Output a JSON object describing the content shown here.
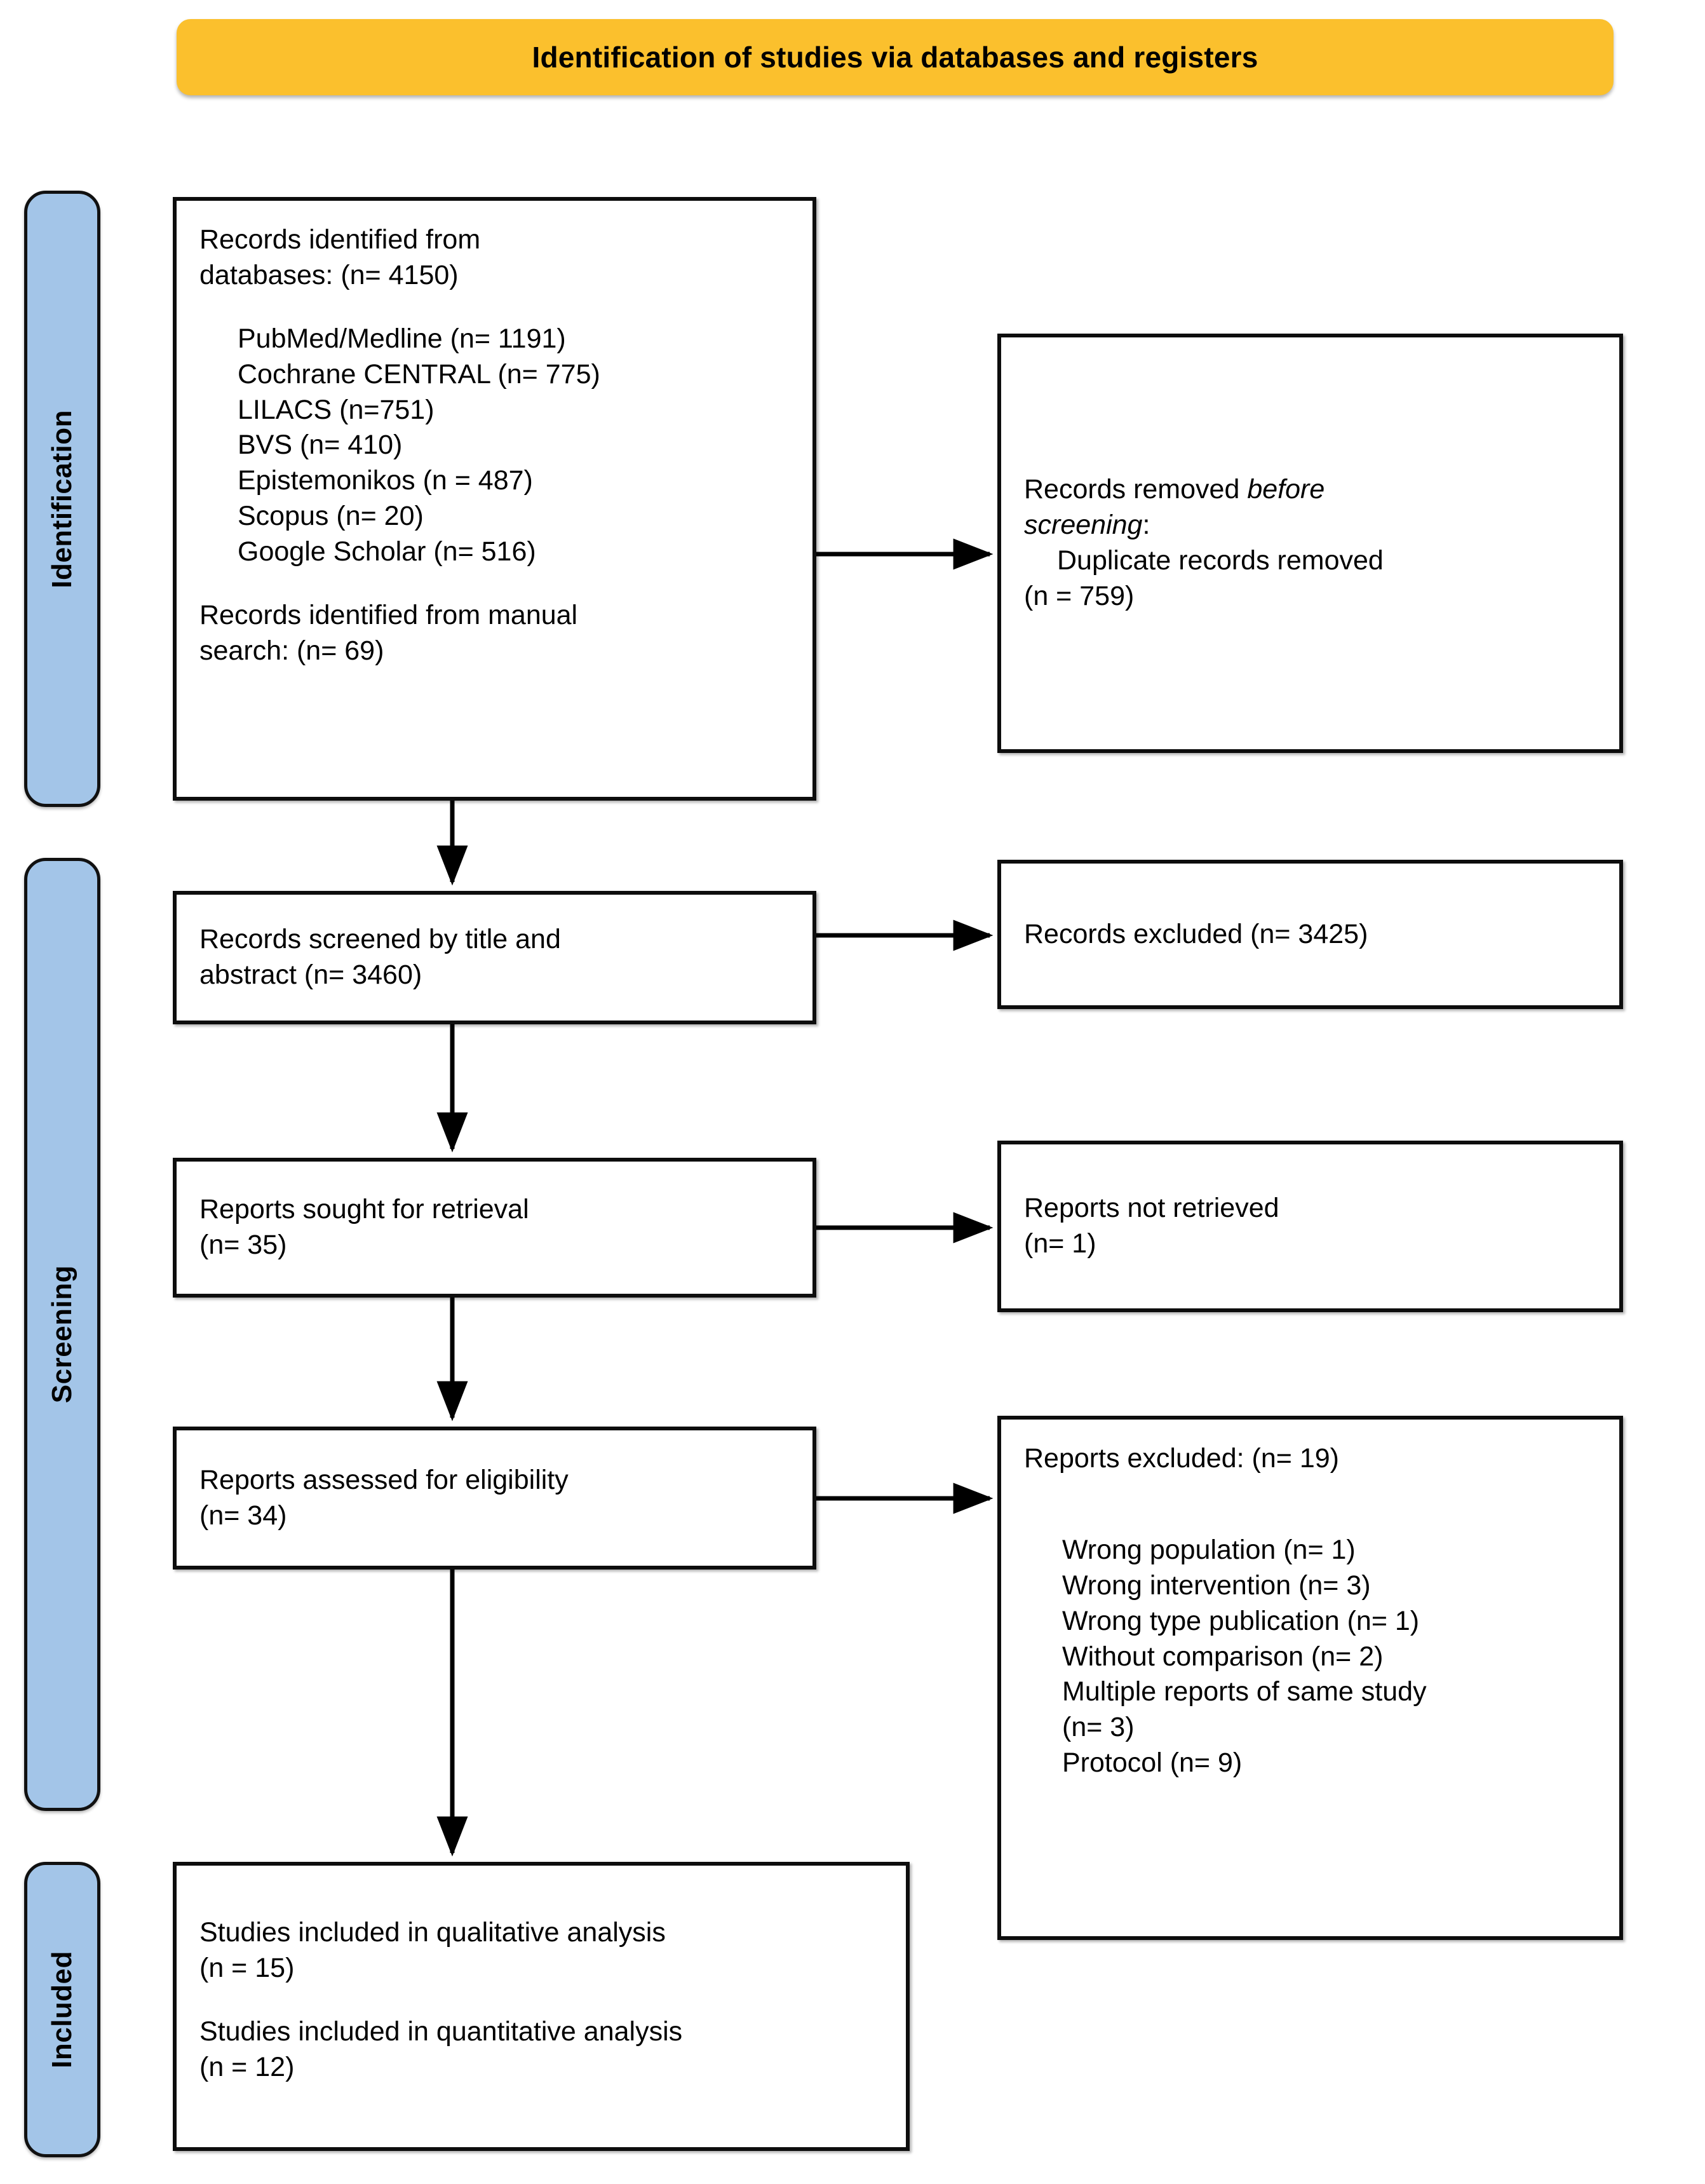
{
  "banner": {
    "title": "Identification of studies via databases and registers"
  },
  "stages": [
    {
      "id": "identification",
      "label": "Identification"
    },
    {
      "id": "screening",
      "label": "Screening"
    },
    {
      "id": "included",
      "label": "Included"
    }
  ],
  "colors": {
    "banner_fill": "#FBC02D",
    "stage_rail_fill": "#A3C5E8",
    "box_border": "#0D0D0D",
    "box_fill": "#FFFFFF",
    "text": "#000000"
  },
  "boxes": {
    "identified": {
      "heading_line1": "Records identified from",
      "heading_line2": "databases: (n= 4150)",
      "sources": [
        "PubMed/Medline (n= 1191)",
        "Cochrane CENTRAL (n= 775)",
        "LILACS (n=751)",
        "BVS (n= 410)",
        "Epistemonikos (n = 487)",
        "Scopus (n= 20)",
        "Google Scholar (n= 516)"
      ],
      "manual_line1": "Records identified from manual",
      "manual_line2": "search: (n= 69)"
    },
    "removed": {
      "line1_pre": "Records removed ",
      "line1_italic": "before",
      "line2_italic": "screening",
      "line2_post": ":",
      "line3": "Duplicate records removed",
      "line4": "(n = 759)"
    },
    "screened": {
      "line1": "Records screened by title and",
      "line2": "abstract (n= 3460)"
    },
    "records_excluded": {
      "line1": "Records excluded (n= 3425)"
    },
    "sought": {
      "line1": "Reports sought for retrieval",
      "line2": "(n= 35)"
    },
    "not_retrieved": {
      "line1": "Reports not retrieved",
      "line2": "(n= 1)"
    },
    "assessed": {
      "line1": "Reports assessed for eligibility",
      "line2": "(n= 34)"
    },
    "reports_excluded": {
      "heading": "Reports excluded: (n= 19)",
      "reasons": [
        "Wrong population (n= 1)",
        "Wrong intervention (n= 3)",
        "Wrong type publication (n= 1)",
        "Without comparison (n= 2)",
        "Multiple reports of same study",
        "(n= 3)",
        "Protocol (n= 9)"
      ]
    },
    "included": {
      "qual_line1": "Studies included in qualitative analysis",
      "qual_line2": "(n = 15)",
      "quant_line1": "Studies included in quantitative analysis",
      "quant_line2": "(n = 12)"
    }
  }
}
